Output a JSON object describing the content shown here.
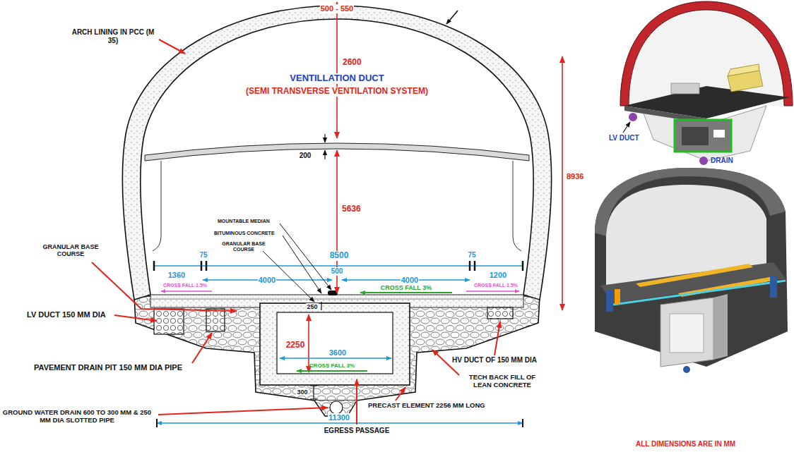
{
  "diagram": {
    "labels": [
      "500 - 550",
      "ARCH LINING IN PCC (M 35)",
      "2600",
      "VENTILLATION DUCT",
      "(SEMI TRANSVERSE VENTILATION SYSTEM)",
      "200",
      "5636",
      "8936",
      "MOUNTABLE MEDIAN",
      "BITUMINOUS CONCRETE",
      "GRANULAR BASE COURSE",
      "GRANULAR BASE COURSE",
      "75",
      "8500",
      "75",
      "1360",
      "4000",
      "500",
      "4000",
      "1200",
      "CROSS FALL 1.5%",
      "CROSS FALL 3%",
      "CROSS FALL 1.5%",
      "250",
      "2250",
      "3600",
      "CROSS FALL 3%",
      "300",
      "LV DUCT 150 MM DIA",
      "PAVEMENT DRAIN PIT 150 MM DIA PIPE",
      "HV DUCT OF 150 MM DIA",
      "TECH BACK FILL OF LEAN CONCRETE",
      "PRECAST ELEMENT 2256 MM LONG",
      "11300",
      "GROUND WATER DRAIN 600 TO 300 MM & 250 MM DIA SLOTTED PIPE",
      "EGRESS PASSAGE",
      "LV DUCT",
      "DRAIN",
      "ALL DIMENSIONS ARE IN MM"
    ]
  }
}
